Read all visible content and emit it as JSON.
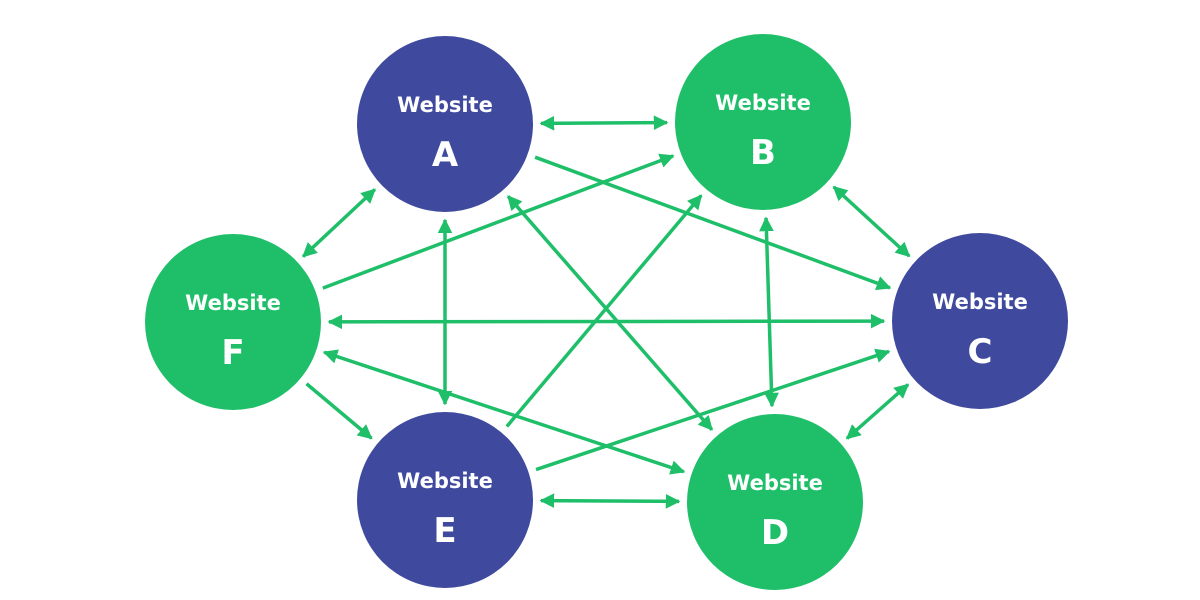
{
  "colors": {
    "background": "#ffffff",
    "edge": "#1fbf6a",
    "node_blue": "#3f4a9e",
    "node_green": "#1fbf6a",
    "text": "#ffffff"
  },
  "nodes": [
    {
      "id": "A",
      "word": "Website",
      "letter": "A",
      "fill": "blue"
    },
    {
      "id": "B",
      "word": "Website",
      "letter": "B",
      "fill": "green"
    },
    {
      "id": "C",
      "word": "Website",
      "letter": "C",
      "fill": "blue"
    },
    {
      "id": "D",
      "word": "Website",
      "letter": "D",
      "fill": "green"
    },
    {
      "id": "E",
      "word": "Website",
      "letter": "E",
      "fill": "blue"
    },
    {
      "id": "F",
      "word": "Website",
      "letter": "F",
      "fill": "green"
    }
  ],
  "edges": [
    {
      "from": "A",
      "to": "B",
      "arrows": "both"
    },
    {
      "from": "A",
      "to": "C",
      "arrows": "end"
    },
    {
      "from": "A",
      "to": "D",
      "arrows": "both"
    },
    {
      "from": "A",
      "to": "E",
      "arrows": "both"
    },
    {
      "from": "A",
      "to": "F",
      "arrows": "both"
    },
    {
      "from": "B",
      "to": "C",
      "arrows": "both"
    },
    {
      "from": "B",
      "to": "D",
      "arrows": "both"
    },
    {
      "from": "B",
      "to": "E",
      "arrows": "start"
    },
    {
      "from": "B",
      "to": "F",
      "arrows": "start"
    },
    {
      "from": "C",
      "to": "D",
      "arrows": "both"
    },
    {
      "from": "C",
      "to": "E",
      "arrows": "start"
    },
    {
      "from": "C",
      "to": "F",
      "arrows": "both"
    },
    {
      "from": "D",
      "to": "E",
      "arrows": "both"
    },
    {
      "from": "D",
      "to": "F",
      "arrows": "both"
    },
    {
      "from": "E",
      "to": "F",
      "arrows": "start"
    }
  ]
}
